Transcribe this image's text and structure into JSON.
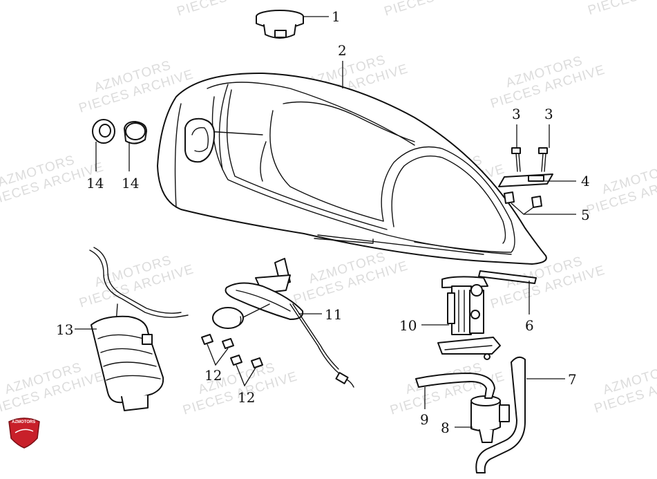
{
  "watermark": {
    "line1": "AZMOTORS",
    "line2": "PIECES ARCHIVE"
  },
  "logo": {
    "text": "AZMOTORS",
    "color": "#c8202a"
  },
  "callouts": {
    "c1": "1",
    "c2": "2",
    "c3a": "3",
    "c3b": "3",
    "c4": "4",
    "c5": "5",
    "c6": "6",
    "c7": "7",
    "c8": "8",
    "c9": "9",
    "c10": "10",
    "c11": "11",
    "c12a": "12",
    "c12b": "12",
    "c13": "13",
    "c14a": "14",
    "c14b": "14"
  }
}
